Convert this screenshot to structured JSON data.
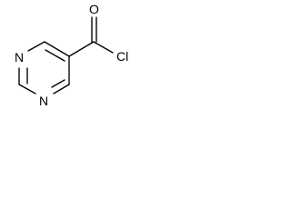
{
  "molecule": {
    "atoms": {
      "oxygen": "O",
      "chlorine": "Cl",
      "nitrogen_top": "N",
      "nitrogen_bottom": "N"
    },
    "colors": {
      "bond": "#000000",
      "label": "#000000",
      "background": "#ffffff"
    }
  }
}
